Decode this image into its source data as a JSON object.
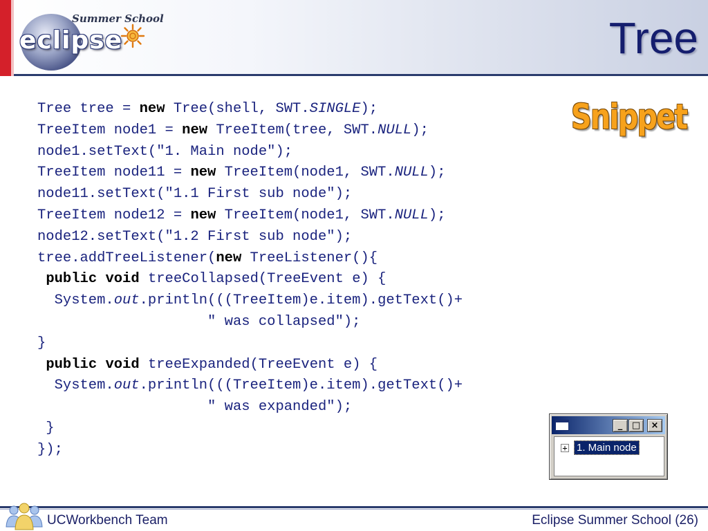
{
  "header": {
    "logo_text": "eclipse",
    "logo_subtitle": "Summer School",
    "title": "Tree"
  },
  "badge": "Snippet",
  "code": {
    "lines": [
      [
        {
          "t": "Tree tree = "
        },
        {
          "t": "new",
          "s": "b"
        },
        {
          "t": " Tree(shell, SWT."
        },
        {
          "t": "SINGLE",
          "s": "i"
        },
        {
          "t": ");"
        }
      ],
      [
        {
          "t": "TreeItem node1 = "
        },
        {
          "t": "new",
          "s": "b"
        },
        {
          "t": " TreeItem(tree, SWT."
        },
        {
          "t": "NULL",
          "s": "i"
        },
        {
          "t": ");"
        }
      ],
      [
        {
          "t": "node1.setText(\"1. Main node\");"
        }
      ],
      [
        {
          "t": "TreeItem node11 = "
        },
        {
          "t": "new",
          "s": "b"
        },
        {
          "t": " TreeItem(node1, SWT."
        },
        {
          "t": "NULL",
          "s": "i"
        },
        {
          "t": ");"
        }
      ],
      [
        {
          "t": "node11.setText(\"1.1 First sub node\");"
        }
      ],
      [
        {
          "t": "TreeItem node12 = "
        },
        {
          "t": "new",
          "s": "b"
        },
        {
          "t": " TreeItem(node1, SWT."
        },
        {
          "t": "NULL",
          "s": "i"
        },
        {
          "t": ");"
        }
      ],
      [
        {
          "t": "node12.setText(\"1.2 First sub node\");"
        }
      ],
      [
        {
          "t": "tree.addTreeListener("
        },
        {
          "t": "new",
          "s": "b"
        },
        {
          "t": " TreeListener(){"
        }
      ],
      [
        {
          "t": " "
        },
        {
          "t": "public",
          "s": "b"
        },
        {
          "t": " "
        },
        {
          "t": "void",
          "s": "b"
        },
        {
          "t": " treeCollapsed(TreeEvent e) {"
        }
      ],
      [
        {
          "t": "  System."
        },
        {
          "t": "out",
          "s": "i"
        },
        {
          "t": ".println(((TreeItem)e.item).getText()+"
        }
      ],
      [
        {
          "t": "                    \" was collapsed\");"
        }
      ],
      [
        {
          "t": "}"
        }
      ],
      [
        {
          "t": " "
        },
        {
          "t": "public",
          "s": "b"
        },
        {
          "t": " "
        },
        {
          "t": "void",
          "s": "b"
        },
        {
          "t": " treeExpanded(TreeEvent e) {"
        }
      ],
      [
        {
          "t": "  System."
        },
        {
          "t": "out",
          "s": "i"
        },
        {
          "t": ".println(((TreeItem)e.item).getText()+"
        }
      ],
      [
        {
          "t": "                    \" was expanded\");"
        }
      ],
      [
        {
          "t": " }"
        }
      ],
      [
        {
          "t": "});"
        }
      ]
    ]
  },
  "mini_window": {
    "minimize": "_",
    "maximize": "□",
    "close": "×",
    "expander": "+",
    "tree_item": "1. Main node"
  },
  "footer": {
    "left": "UCWorkbench Team",
    "right": "Eclipse Summer School (26)"
  },
  "colors": {
    "title": "#151e6e",
    "code": "#1a237e",
    "accent_red": "#d4202a",
    "badge": "#f7a21c"
  }
}
